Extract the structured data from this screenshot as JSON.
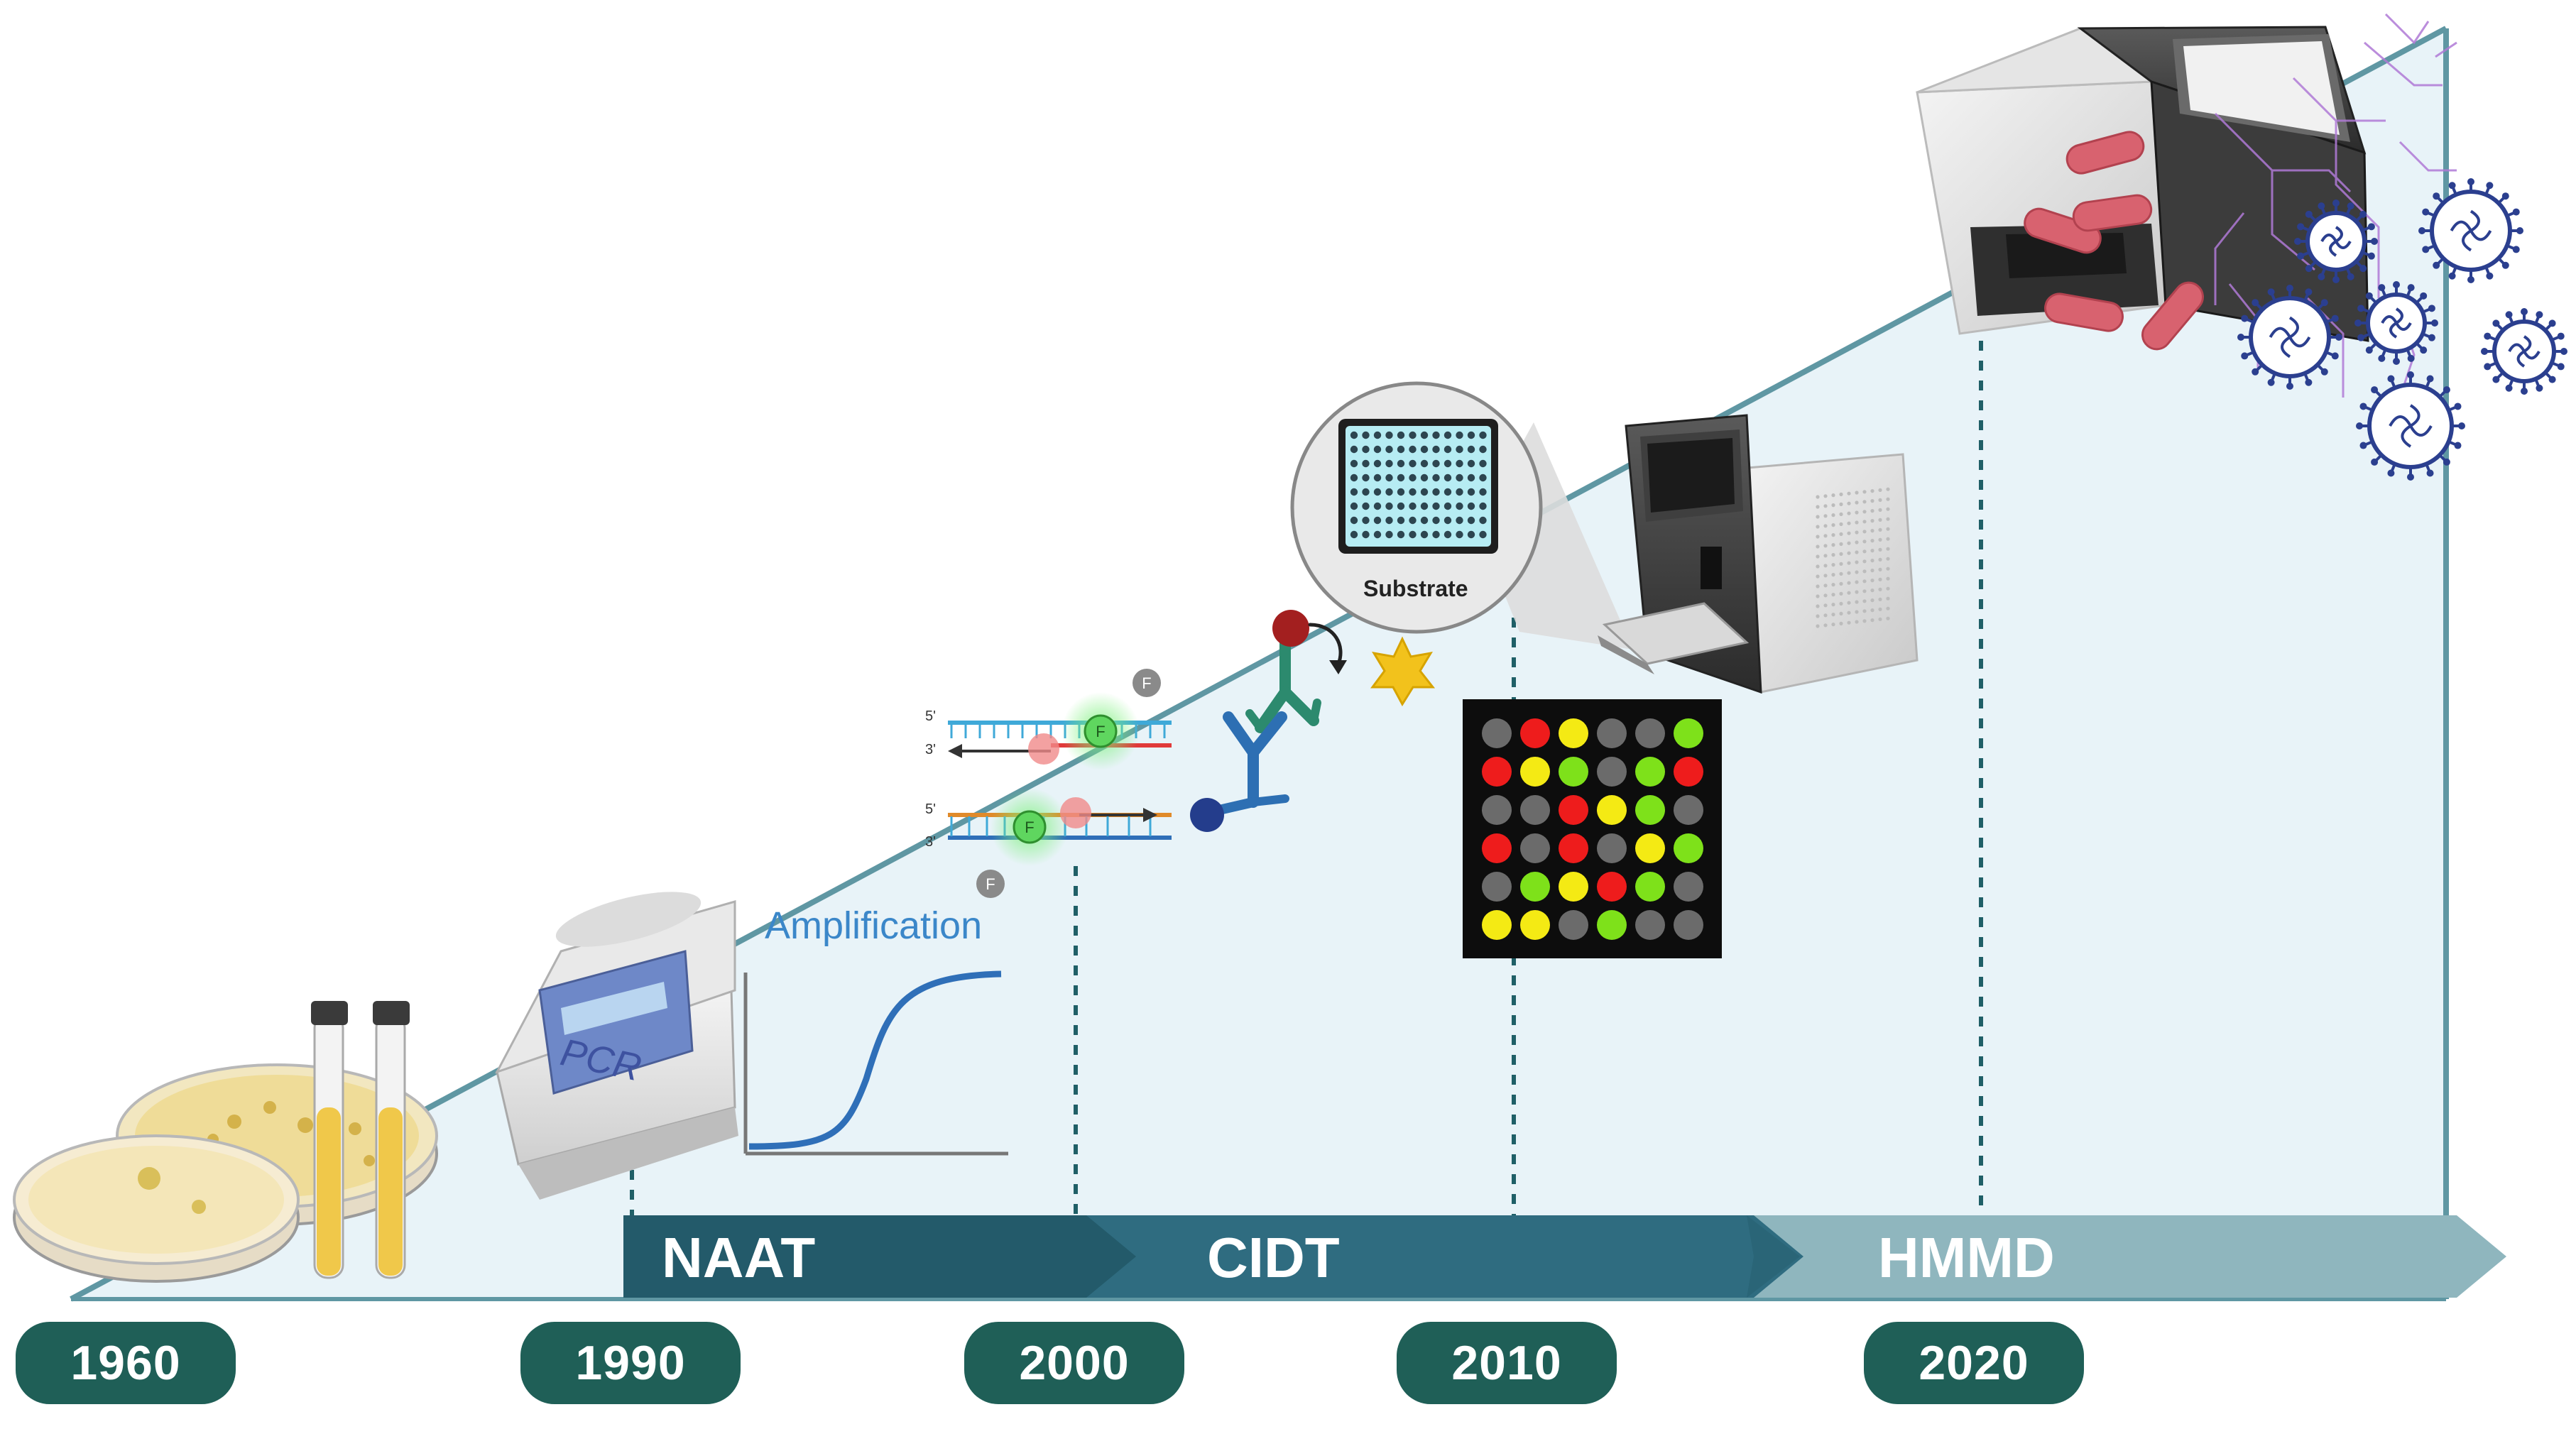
{
  "timeline": {
    "years": [
      "1960",
      "1990",
      "2000",
      "2010",
      "2020"
    ],
    "eras": [
      "NAAT",
      "CIDT",
      "HMMD"
    ]
  },
  "annotations": {
    "amplification": "Amplification",
    "substrate": "Substrate",
    "pcr_device_label": "PCR",
    "fluorophore_label": "F"
  },
  "strand_labels": [
    "5'",
    "3'",
    "5'",
    "3'"
  ],
  "colors": {
    "pill": "#1f5f57",
    "naat_band": "#235a6a",
    "cidt_band": "#2f6c80",
    "hmmd_band": "#8fb6be",
    "ramp_fill": "#e8f3f8",
    "ramp_edge": "#5f97a3",
    "curve": "#2f6fb8",
    "red_dot": "#ee1c1c",
    "yellow_dot": "#f4ea14",
    "green_dot": "#7ee11a",
    "gray_dot": "#6b6b6b"
  },
  "icons": [
    "petri-dish-icon",
    "culture-tube-icon",
    "pcr-machine-icon",
    "amplification-curve-icon",
    "dna-probe-icon",
    "antibody-icon",
    "star-signal-icon",
    "microplate-icon",
    "analyzer-icon",
    "microarray-icon",
    "sequencer-icon",
    "virus-icon",
    "bacteria-icon"
  ],
  "microarray": {
    "grid": [
      [
        "gray",
        "red",
        "yellow",
        "gray",
        "gray",
        "green"
      ],
      [
        "red",
        "yellow",
        "green",
        "gray",
        "green",
        "red"
      ],
      [
        "gray",
        "gray",
        "red",
        "yellow",
        "green",
        "gray"
      ],
      [
        "red",
        "gray",
        "red",
        "gray",
        "yellow",
        "green"
      ],
      [
        "gray",
        "green",
        "yellow",
        "red",
        "green",
        "gray"
      ],
      [
        "yellow",
        "yellow",
        "gray",
        "green",
        "gray",
        "gray"
      ]
    ]
  }
}
